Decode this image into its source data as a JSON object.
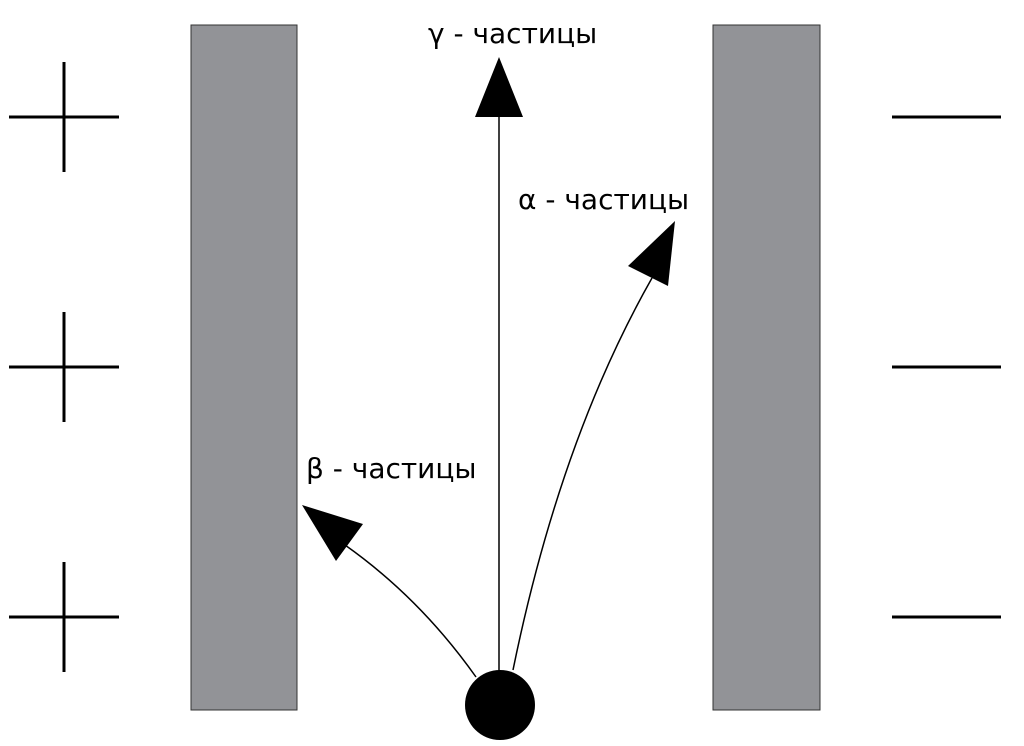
{
  "labels": {
    "gamma": "γ - частицы",
    "alpha": "α - частицы",
    "beta": "β - частицы"
  },
  "colors": {
    "plate": "#929397",
    "plate_border": "#333333",
    "line": "#000000",
    "source": "#000000",
    "background": "#ffffff"
  },
  "elements": {
    "left_plate_polarity": "positive",
    "right_plate_polarity": "negative",
    "left_signs": [
      "+",
      "+",
      "+"
    ],
    "right_signs": [
      "−",
      "−",
      "−"
    ]
  }
}
